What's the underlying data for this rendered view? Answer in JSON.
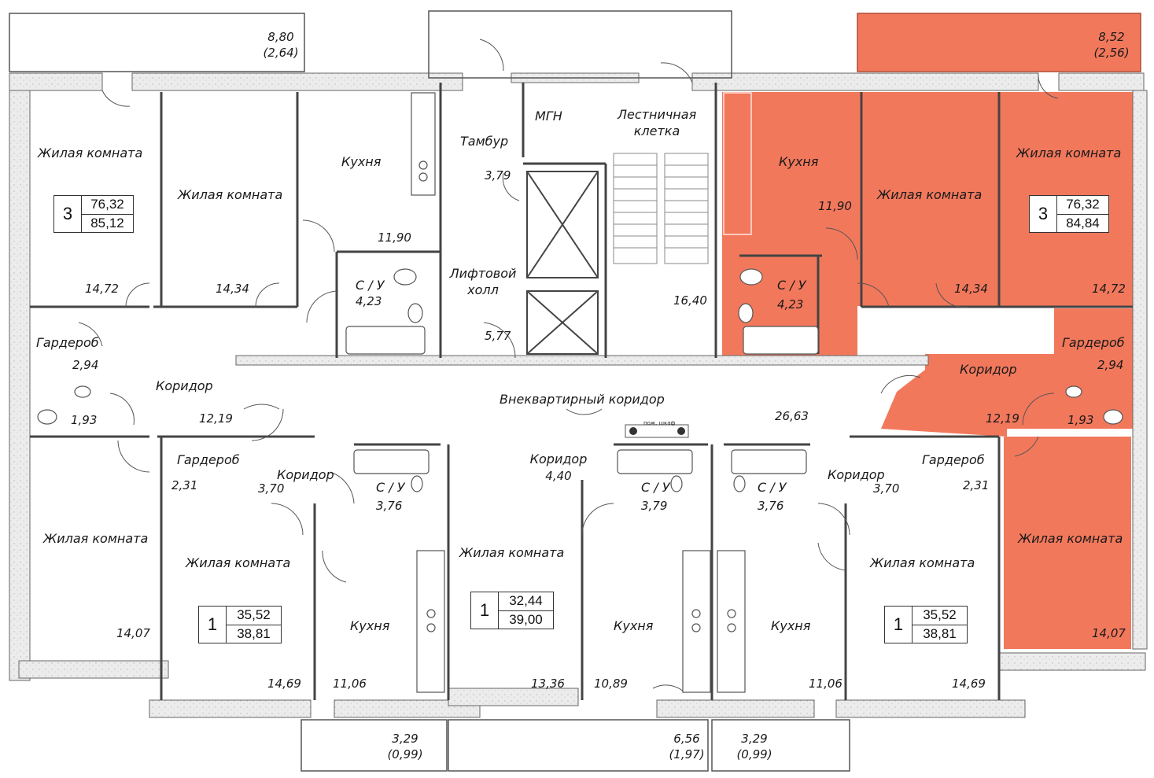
{
  "colors": {
    "highlight": "#f2785c",
    "wall": "#e8e8e8",
    "line": "#4a4a4a",
    "text": "#1a1a1a"
  },
  "core": {
    "mgn": "МГН",
    "stair": "Лестничная\nклетка",
    "tambur": "Тамбур",
    "tambur_area": "3,79",
    "lift_hall": "Лифтовой\nхолл",
    "lift_hall_area": "5,77",
    "stair_area": "16,40",
    "corridor": "Внеквартирный коридор",
    "corridor_area": "26,63",
    "fire_cabinet": "пож. шкаф"
  },
  "apt_nw": {
    "badge": {
      "rooms": "3",
      "living": "76,32",
      "total": "85,12"
    },
    "balcony": "8,80\n(2,64)",
    "room1": "Жилая комната",
    "room1_area": "14,72",
    "room2": "Жилая комната",
    "room2_area": "14,34",
    "kitchen": "Кухня",
    "kitchen_area": "11,90",
    "bath": "С / У",
    "bath_area": "4,23",
    "wardrobe": "Гардероб",
    "wardrobe_area": "2,94",
    "wc_area": "1,93",
    "corridor": "Коридор",
    "corridor_area": "12,19",
    "room3": "Жилая комната",
    "room3_area": "14,07"
  },
  "apt_ne": {
    "badge": {
      "rooms": "3",
      "living": "76,32",
      "total": "84,84"
    },
    "balcony": "8,52\n(2,56)",
    "kitchen": "Кухня",
    "kitchen_area": "11,90",
    "room2": "Жилая комната",
    "room2_area": "14,34",
    "room1": "Жилая комната",
    "room1_area": "14,72",
    "bath": "С / У",
    "bath_area": "4,23",
    "wardrobe": "Гардероб",
    "wardrobe_area": "2,94",
    "wc_area": "1,93",
    "corridor": "Коридор",
    "corridor_area": "12,19",
    "room3": "Жилая комната",
    "room3_area": "14,07"
  },
  "apt_s1": {
    "badge": {
      "rooms": "1",
      "living": "35,52",
      "total": "38,81"
    },
    "wardrobe": "Гардероб",
    "wardrobe_area": "2,31",
    "corridor": "Коридор",
    "corridor_area": "3,70",
    "bath": "С / У",
    "bath_area": "3,76",
    "room": "Жилая комната",
    "room_area": "14,69",
    "kitchen": "Кухня",
    "kitchen_area": "11,06",
    "balcony": "3,29\n(0,99)"
  },
  "apt_s2": {
    "badge": {
      "rooms": "1",
      "living": "32,44",
      "total": "39,00"
    },
    "corridor": "Коридор",
    "corridor_area": "4,40",
    "room": "Жилая комната",
    "room_area": "13,36",
    "kitchen": "Кухня",
    "kitchen_area": "10,89",
    "bath": "С / У",
    "bath_area": "3,79",
    "balcony": "6,56\n(1,97)"
  },
  "apt_s3": {
    "badge": {
      "rooms": "1",
      "living": "35,52",
      "total": "38,81"
    },
    "bath": "С / У",
    "bath_area": "3,76",
    "corridor": "Коридор",
    "corridor_area": "3,70",
    "wardrobe": "Гардероб",
    "wardrobe_area": "2,31",
    "kitchen": "Кухня",
    "kitchen_area": "11,06",
    "room": "Жилая комната",
    "room_area": "14,69",
    "balcony": "3,29\n(0,99)"
  }
}
